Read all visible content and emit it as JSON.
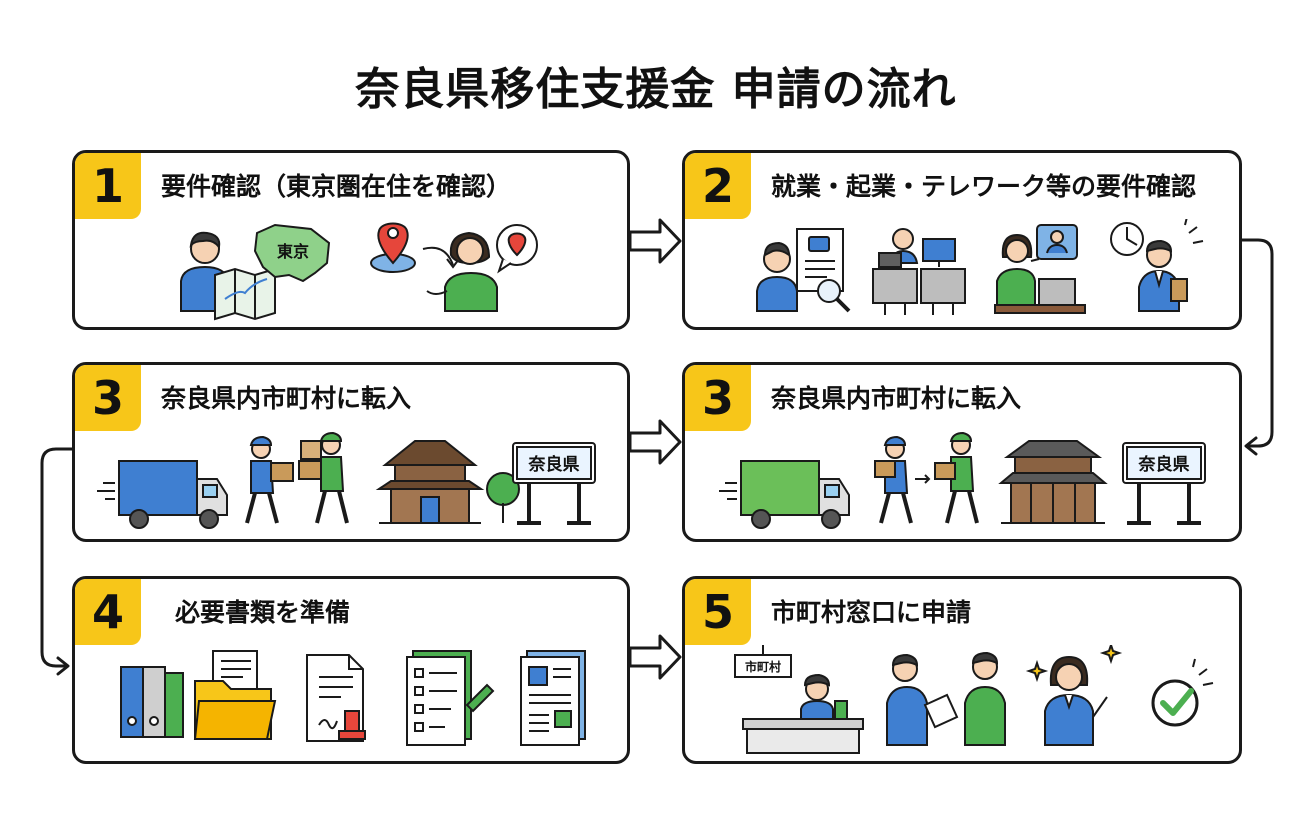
{
  "title": "奈良県移住支援金 申請の流れ",
  "steps": [
    {
      "number": "1",
      "label": "要件確認（東京圏在住を確認）",
      "map_label": "東京"
    },
    {
      "number": "2",
      "label": "就業・起業・テレワーク等の要件確認"
    },
    {
      "number": "3",
      "label": "奈良県内市町村に転入",
      "sign_label": "奈良県"
    },
    {
      "number": "3",
      "label": "奈良県内市町村に転入",
      "sign_label": "奈良県"
    },
    {
      "number": "4",
      "label": "必要書類を準備"
    },
    {
      "number": "5",
      "label": "市町村窓口に申請",
      "counter_label": "市町村"
    }
  ],
  "colors": {
    "badge": "#f7c619",
    "blue": "#3f7fd1",
    "green": "#4caf50",
    "skin": "#f6d2b3",
    "dark": "#1a1a1a"
  },
  "icons": [
    "map-icon",
    "location-pin-icon",
    "document-search-icon",
    "office-desk-icon",
    "telework-icon",
    "businessman-icon",
    "truck-icon",
    "movers-icon",
    "house-icon",
    "sign-icon",
    "binder-icon",
    "folder-icon",
    "seal-document-icon",
    "checklist-icon",
    "newsletter-icon",
    "counter-icon",
    "handover-icon",
    "approval-person-icon",
    "check-icon"
  ]
}
